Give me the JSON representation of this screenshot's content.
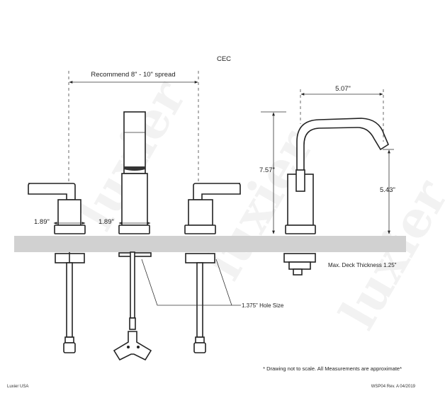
{
  "watermark": "luxier",
  "title": "CEC",
  "dimensions": {
    "spread": "Recommend 8\" - 10\" spread",
    "handle_base_width": "1.89\"",
    "spout_base_width": "1.89\"",
    "spout_reach": "5.07\"",
    "total_height": "7.57\"",
    "spout_height": "5.43\"",
    "deck_thickness": "Max. Deck Thickness 1.25\"",
    "hole_size": "1.375\" Hole Size"
  },
  "footnote": "* Drawing not to scale. All Measurements are approximate*",
  "footer": {
    "brand": "Luxier USA",
    "revision": "WSP04 Rev. A 04/2019"
  },
  "colors": {
    "deck": "#d1d1d1",
    "line": "#222222"
  }
}
